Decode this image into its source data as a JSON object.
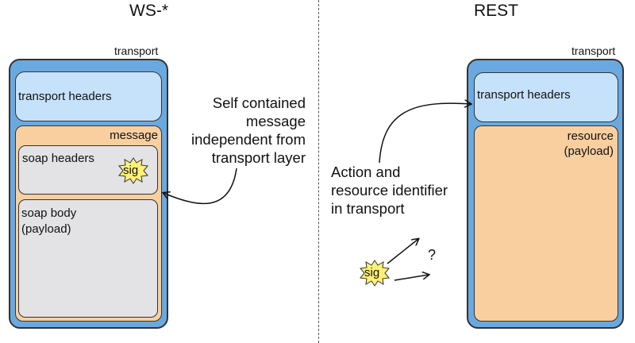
{
  "headings": {
    "left": "WS-*",
    "right": "REST"
  },
  "left_panel": {
    "transport_label": "transport",
    "transport_headers": "transport headers",
    "message_label": "message",
    "soap_headers": "soap headers",
    "sig": "sig",
    "soap_body_line1": "soap body",
    "soap_body_line2": "(payload)"
  },
  "left_note": {
    "line1": "Self contained",
    "line2": "message",
    "line3": "independent from",
    "line4": "transport layer"
  },
  "right_panel": {
    "transport_label": "transport",
    "transport_headers": "transport headers",
    "resource_line1": "resource",
    "resource_line2": "(payload)"
  },
  "right_note": {
    "line1": "Action and",
    "line2": "resource identifier",
    "line3": "in transport"
  },
  "loose_sig": "sig",
  "question_mark": "?",
  "colors": {
    "transport": "#6aa9e0",
    "transport_headers": "#c6e2fb",
    "message": "#f9cfa0",
    "soap": "#e3e3e6",
    "sig_star": "#fff176"
  },
  "icons": [
    "sig-star-icon",
    "arrow-icon"
  ]
}
